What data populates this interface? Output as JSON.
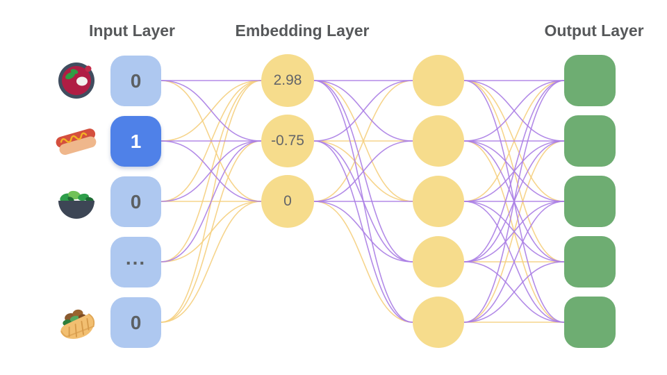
{
  "titles": {
    "input": "Input Layer",
    "embedding": "Embedding Layer",
    "output": "Output Layer"
  },
  "colors": {
    "background": "#ffffff",
    "input_node": "#aec8f0",
    "input_node_active": "#4f81e8",
    "input_text": "#5c6063",
    "input_text_active": "#ffffff",
    "embed_node": "#f6dc8c",
    "embed_text": "#636569",
    "hidden_node": "#f6dc8c",
    "output_node": "#6ead72",
    "title_text": "#56585a",
    "line_purple": "#aa7de4",
    "line_yellow": "#f5cf7e"
  },
  "input_layer": {
    "nodes": [
      {
        "value": "0",
        "icon": "soup-bowl-icon",
        "active": false
      },
      {
        "value": "1",
        "icon": "hotdog-icon",
        "active": true
      },
      {
        "value": "0",
        "icon": "salad-bowl-icon",
        "active": false
      },
      {
        "value": "...",
        "icon": null,
        "active": false
      },
      {
        "value": "0",
        "icon": "pita-icon",
        "active": false
      }
    ]
  },
  "embedding_layer": {
    "nodes": [
      {
        "value": "2.98"
      },
      {
        "value": "-0.75"
      },
      {
        "value": "0"
      }
    ]
  },
  "hidden_layer": {
    "node_count": 5
  },
  "output_layer": {
    "node_count": 5
  },
  "connections": {
    "legend": {
      "P": "purple",
      "Y": "yellow"
    },
    "input_to_embedding": [
      [
        "P",
        "P",
        "Y"
      ],
      [
        "Y",
        "P",
        "P"
      ],
      [
        "Y",
        "P",
        "Y"
      ],
      [
        "Y",
        "P",
        "Y"
      ],
      [
        "Y",
        "Y",
        "Y"
      ]
    ],
    "embedding_to_hidden": [
      [
        "P",
        "P",
        "Y",
        "P",
        "P"
      ],
      [
        "P",
        "Y",
        "Y",
        "P",
        "P"
      ],
      [
        "Y",
        "P",
        "P",
        "P",
        "Y"
      ]
    ],
    "hidden_to_output": [
      [
        "P",
        "P",
        "Y",
        "Y",
        "P"
      ],
      [
        "P",
        "P",
        "P",
        "P",
        "Y"
      ],
      [
        "Y",
        "P",
        "P",
        "P",
        "P"
      ],
      [
        "P",
        "P",
        "P",
        "Y",
        "P"
      ],
      [
        "P",
        "Y",
        "P",
        "P",
        "Y"
      ]
    ]
  }
}
